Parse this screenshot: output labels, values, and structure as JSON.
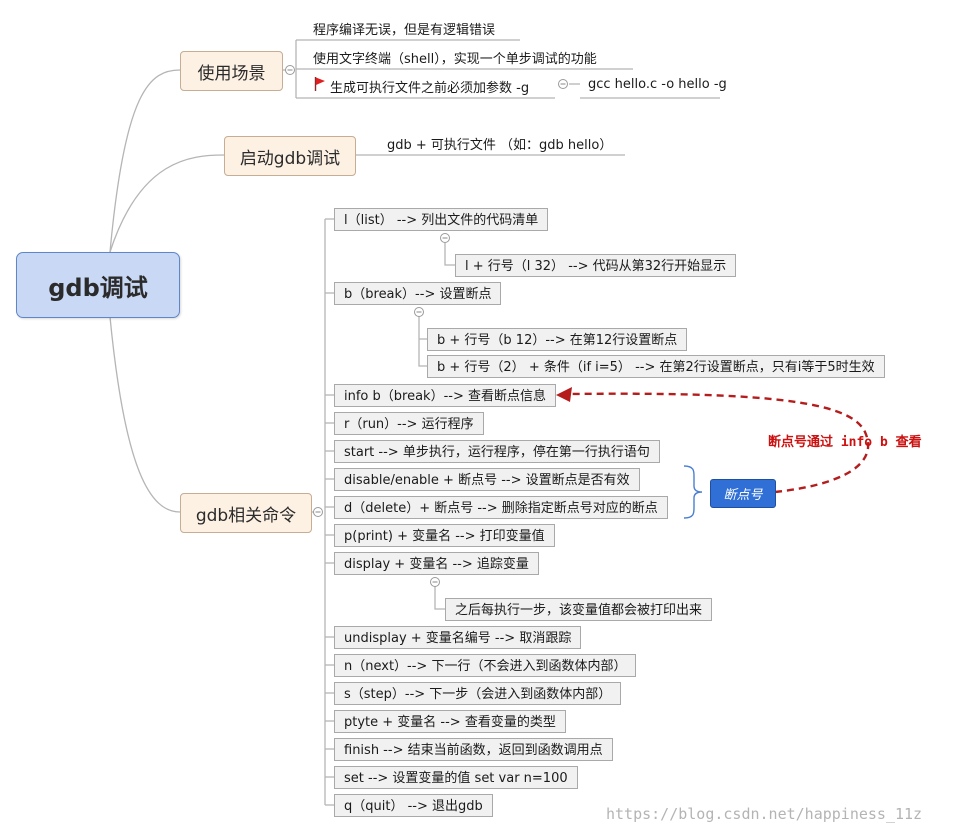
{
  "root": {
    "label": "gdb调试"
  },
  "branch_scenes": {
    "label": "使用场景",
    "items": [
      "程序编译无误，但是有逻辑错误",
      "使用文字终端（shell），实现一个单步调试的功能",
      "生成可执行文件之前必须加参数 -g"
    ],
    "sub_item": "gcc hello.c -o hello -g"
  },
  "branch_start": {
    "label": "启动gdb调试",
    "items": [
      "gdb + 可执行文件 （如：gdb hello）"
    ]
  },
  "branch_commands": {
    "label": "gdb相关命令",
    "items": [
      "l（list） --> 列出文件的代码清单",
      "l + 行号（l 32） --> 代码从第32行开始显示",
      "b（break）--> 设置断点",
      "b + 行号（b 12）--> 在第12行设置断点",
      "b + 行号（2） + 条件（if i=5） --> 在第2行设置断点，只有i等于5时生效",
      "info b（break）--> 查看断点信息",
      "r（run）--> 运行程序",
      "start --> 单步执行，运行程序，停在第一行执行语句",
      "disable/enable + 断点号 --> 设置断点是否有效",
      "d（delete）+ 断点号 --> 删除指定断点号对应的断点",
      "p(print) + 变量名 --> 打印变量值",
      "display + 变量名 --> 追踪变量",
      "之后每执行一步，该变量值都会被打印出来",
      "undisplay + 变量名编号 --> 取消跟踪",
      "n（next）--> 下一行（不会进入到函数体内部）",
      "s（step）--> 下一步（会进入到函数体内部）",
      "ptyte + 变量名 --> 查看变量的类型",
      "finish --> 结束当前函数，返回到函数调用点",
      "set --> 设置变量的值 set var n=100",
      "q（quit） --> 退出gdb"
    ]
  },
  "callout": {
    "label": "断点号"
  },
  "annotation": "断点号通过 info b 查看",
  "watermark": "https://blog.csdn.net/happiness_11z",
  "colors": {
    "root_fill": "#c9d9f5",
    "branch_fill": "#fdf1e4",
    "callout_fill": "#2f6fd6",
    "annotation": "#cc1111"
  }
}
